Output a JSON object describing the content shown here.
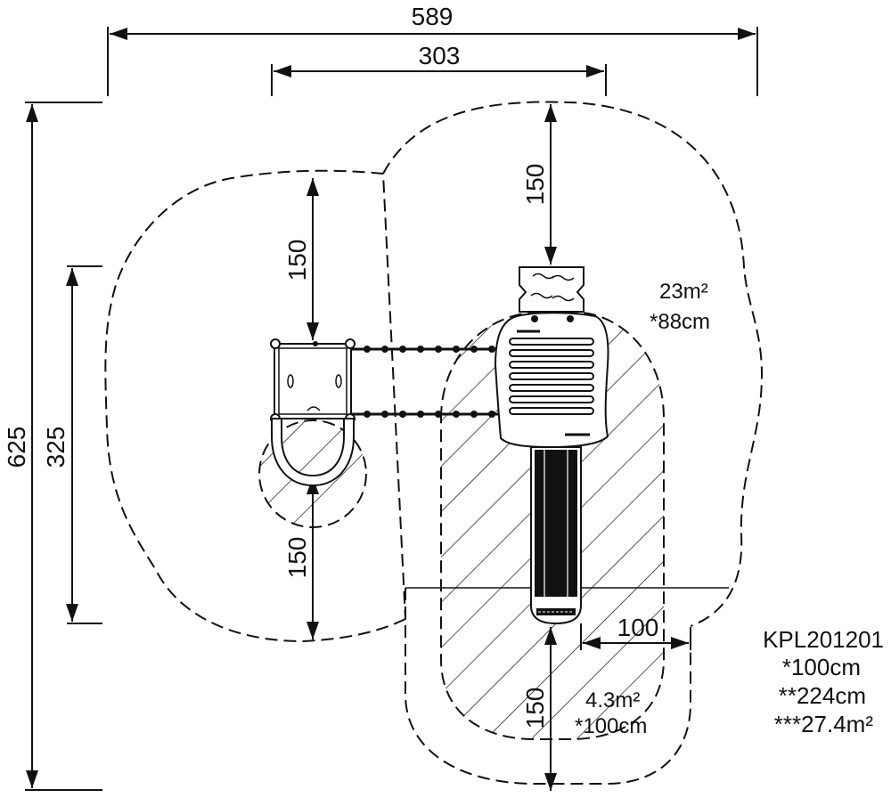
{
  "diagram": {
    "colors": {
      "line": "#111111",
      "background": "#ffffff",
      "slide_fill": "#111111"
    },
    "dimensions": {
      "top_overall": "589",
      "top_inner": "303",
      "left_overall": "625",
      "left_inner": "325",
      "platform_top": "150",
      "platform_bottom": "150",
      "panel_top": "150",
      "slide_exit_offset": "100",
      "slide_exit_bottom": "150"
    },
    "areas": {
      "main_area": "23m²",
      "main_height": "*88cm",
      "slide_area": "4.3m²",
      "slide_height": "*100cm"
    },
    "product": {
      "code": "KPL201201",
      "fall_height": "*100cm",
      "free_height": "**224cm",
      "total_area": "***27.4m²"
    }
  }
}
